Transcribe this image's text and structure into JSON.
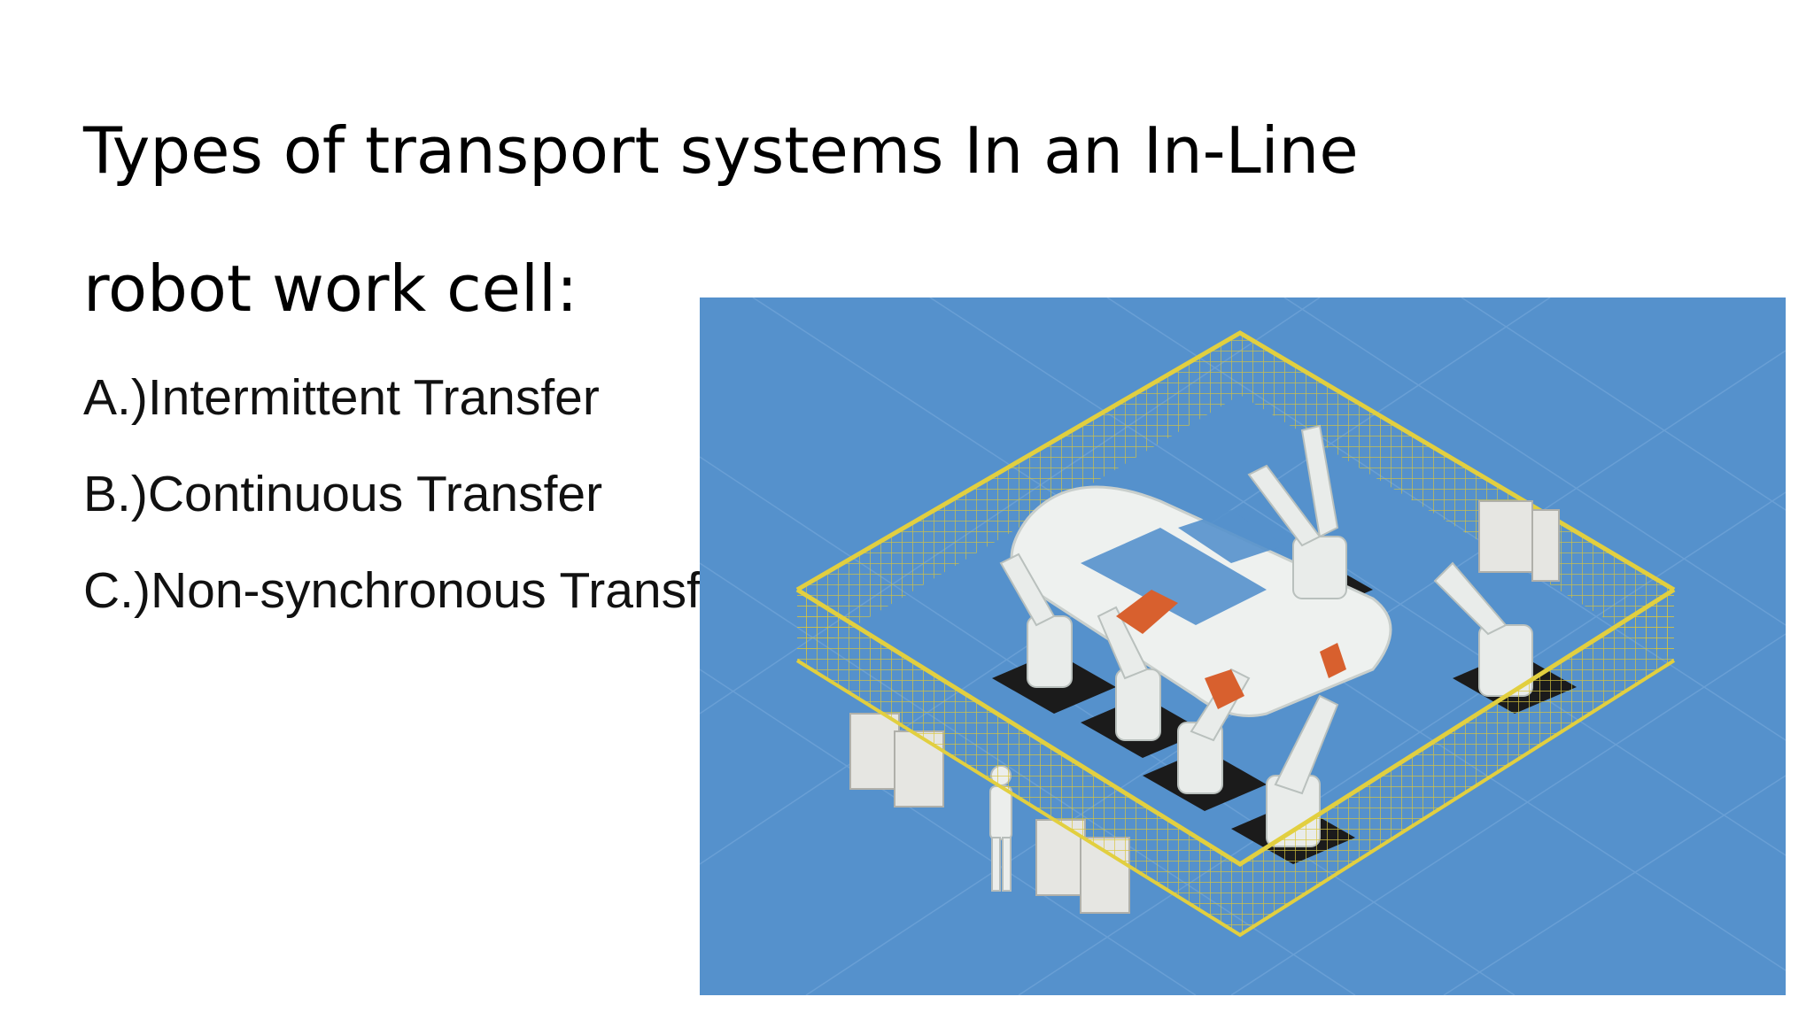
{
  "slide": {
    "title_line1": "Types of transport systems In an In-Line",
    "title_line2": "robot work cell:",
    "items": [
      "A.)Intermittent Transfer",
      "B.)Continuous Transfer",
      "C.)Non-synchronous Transfer"
    ]
  },
  "figure": {
    "subject": "robot-work-cell-illustration",
    "colors": {
      "background": "#5591cc",
      "fence": "#d9c53b",
      "robot": "#e9ecea",
      "gripper": "#d8602e",
      "pad": "#1b1b1b"
    }
  }
}
